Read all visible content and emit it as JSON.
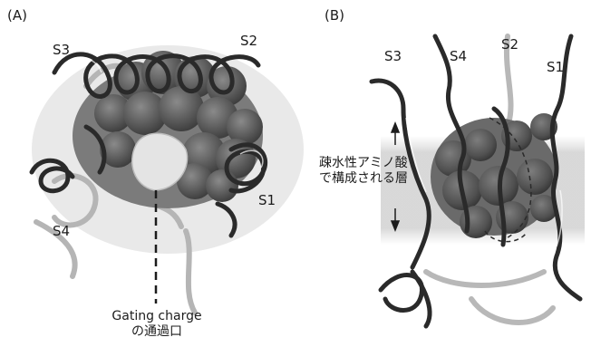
{
  "panel_a": {
    "letter": "(A)",
    "labels": {
      "s1": "S1",
      "s2": "S2",
      "s3": "S3",
      "s4": "S4"
    },
    "gating_caption_line1": "Gating charge",
    "gating_caption_line2": "の通過口"
  },
  "panel_b": {
    "letter": "(B)",
    "labels": {
      "s1": "S1",
      "s2": "S2",
      "s3": "S3",
      "s4": "S4"
    },
    "layer_caption_line1": "疎水性アミノ酸",
    "layer_caption_line2": "で構成される層"
  }
}
